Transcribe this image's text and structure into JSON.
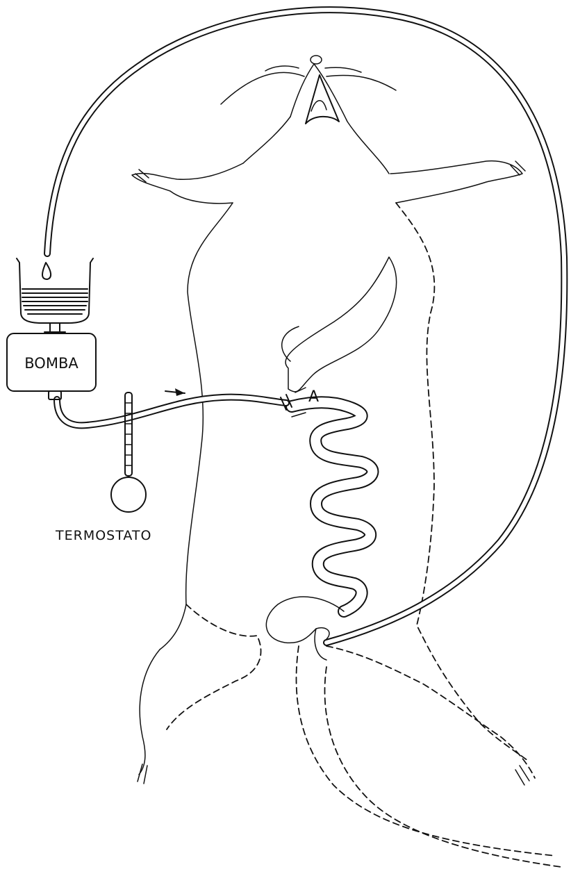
{
  "labels": {
    "pump": "BOMBA",
    "thermostat": "TERMOSTATO",
    "point_a": "A"
  }
}
